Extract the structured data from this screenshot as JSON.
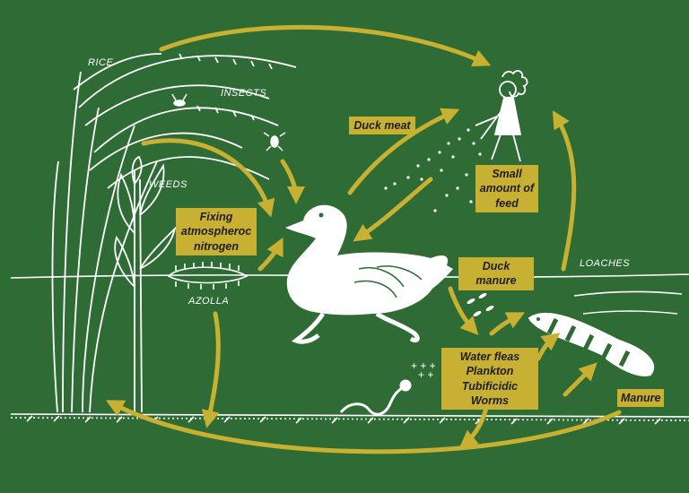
{
  "colors": {
    "background": "#2e6b35",
    "arrow": "#c7b032",
    "drawing": "#ffffff",
    "label_box": "#c7b032",
    "box_text": "#1f1f1f"
  },
  "labels": {
    "rice": "RICE",
    "insects": "INSECTS",
    "weeds": "WEEDS",
    "azolla": "AZOLLA",
    "loaches": "LOACHES"
  },
  "boxes": {
    "duck_meat": "Duck meat",
    "small_feed": [
      "Small",
      "amount of",
      "feed"
    ],
    "fixing_nitrogen": [
      "Fixing",
      "atmospheroc",
      "nitrogen"
    ],
    "duck_manure": "Duck manure",
    "food_chain": [
      "Water fleas",
      "Plankton",
      "Tubificidic Worms"
    ],
    "manure": "Manure"
  },
  "icons": [
    "rice-plant-icon",
    "insect-icon",
    "weed-plant-icon",
    "azolla-icon",
    "duck-icon",
    "farmer-icon",
    "loach-icon",
    "worm-icon",
    "feed-grains-icon"
  ]
}
